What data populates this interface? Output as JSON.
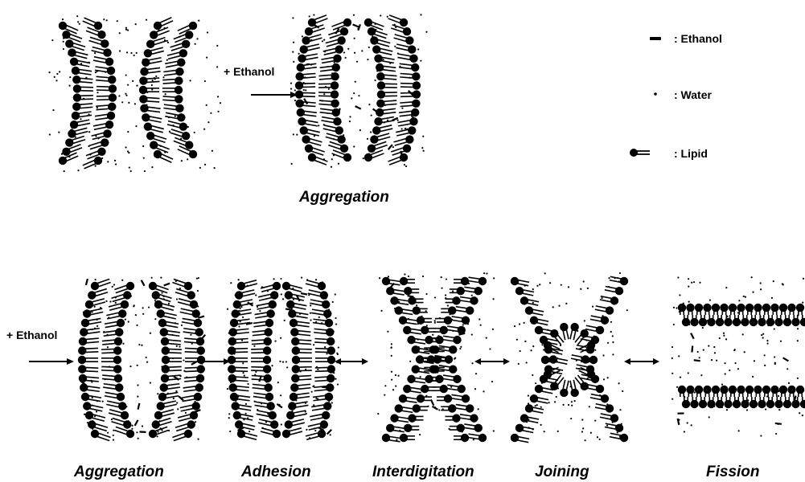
{
  "legend": {
    "ethanol": ": Ethanol",
    "water": ": Water",
    "lipid": ": Lipid"
  },
  "top_row": {
    "reagent": "+ Ethanol",
    "stage": "Aggregation"
  },
  "bottom_row": {
    "reagent": "+ Ethanol",
    "stages": [
      "Aggregation",
      "Adhesion",
      "Interdigitation",
      "Joining",
      "Fission"
    ]
  },
  "colors": {
    "ink": "#000000",
    "background": "#ffffff"
  }
}
